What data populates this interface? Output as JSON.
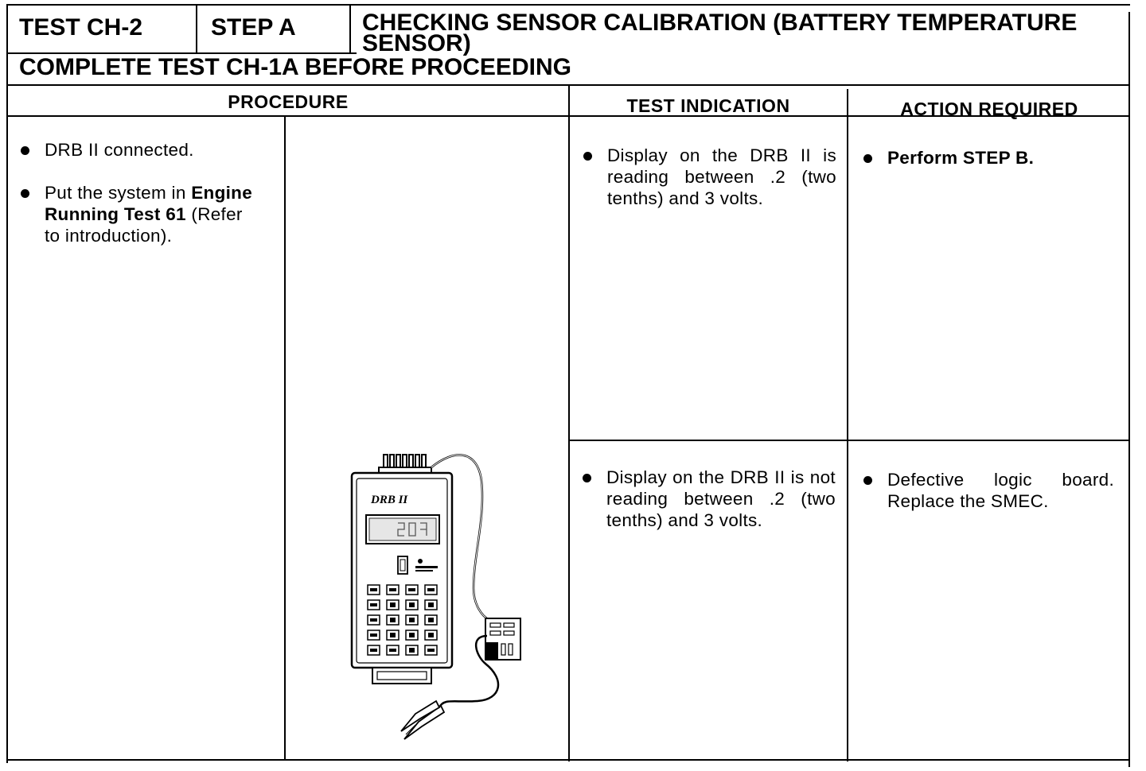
{
  "header": {
    "test_label": "TEST CH-2",
    "step_label": "STEP A",
    "title_line1": "CHECKING SENSOR CALIBRATION (BATTERY TEMPERATURE",
    "title_line2": "SENSOR)",
    "prerequisite": "COMPLETE TEST CH-1A BEFORE PROCEEDING"
  },
  "columns": {
    "procedure": "PROCEDURE",
    "test_indication": "TEST INDICATION",
    "action_required": "ACTION REQUIRED"
  },
  "procedure": {
    "step1": "DRB II connected.",
    "step2_pre": "Put the system in ",
    "step2_bold1": "Engine",
    "step2_bold2": "Running Test 61",
    "step2_post": " (Refer",
    "step2_line3": "to introduction)."
  },
  "device": {
    "brand": "DRB II"
  },
  "rows": [
    {
      "indication": "Display on the DRB II is reading between .2 (two tenths) and 3 volts.",
      "action_bold": "Perform STEP B."
    },
    {
      "indication": "Display on the DRB II is not reading between .2 (two tenths) and 3 volts.",
      "action": "Defective logic board. Replace the SMEC."
    }
  ]
}
